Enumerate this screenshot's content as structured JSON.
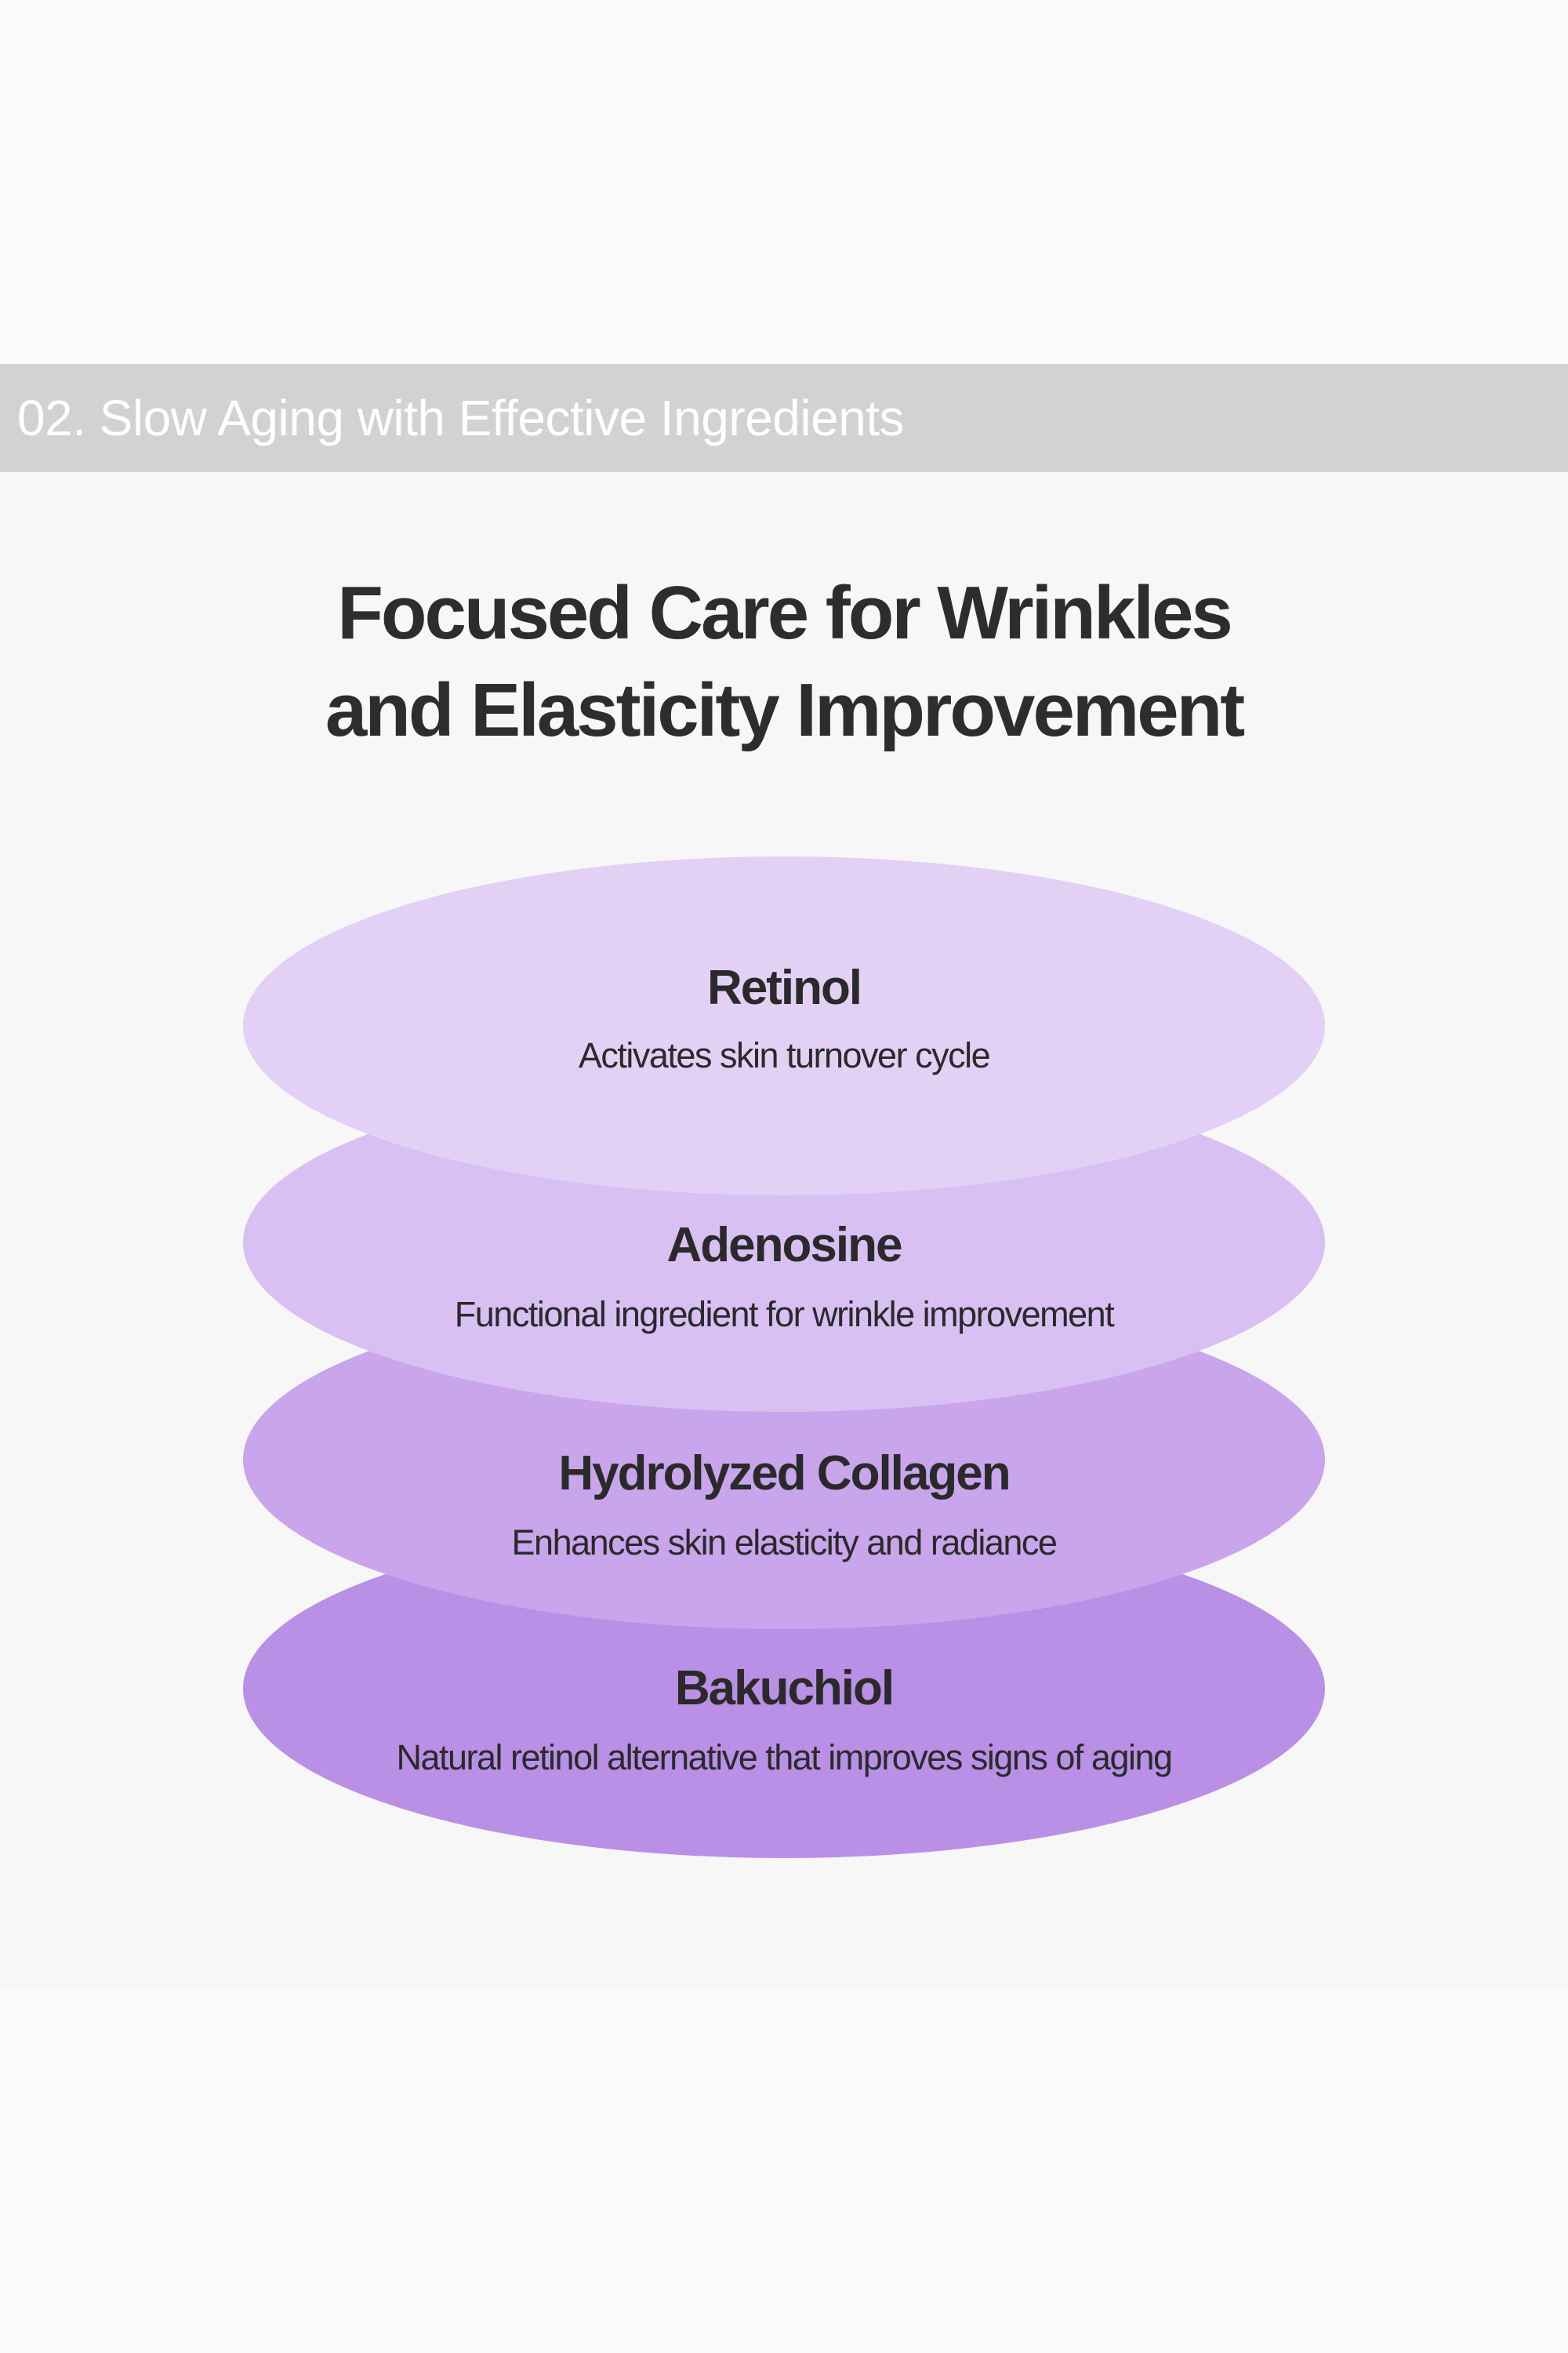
{
  "banner": {
    "label": "02. Slow Aging with Effective Ingredients"
  },
  "headline": {
    "line1": "Focused Care for Wrinkles",
    "line2": "and Elasticity Improvement"
  },
  "ingredients": [
    {
      "name": "Retinol",
      "description": "Activates skin turnover cycle",
      "color": "#e3d1f5"
    },
    {
      "name": "Adenosine",
      "description": "Functional ingredient for wrinkle improvement",
      "color": "#d9c0f3"
    },
    {
      "name": "Hydrolyzed Collagen",
      "description": "Enhances skin elasticity and radiance",
      "color": "#c9a5ec"
    },
    {
      "name": "Bakuchiol",
      "description": "Natural retinol alternative that improves signs of aging",
      "color": "#b990e6"
    }
  ],
  "colors": {
    "page_background": "#fafafa",
    "panel_background": "#f7f7f7",
    "banner_background": "#d2d2d2",
    "banner_text": "#ffffff",
    "heading_text": "#2d2d2d"
  }
}
